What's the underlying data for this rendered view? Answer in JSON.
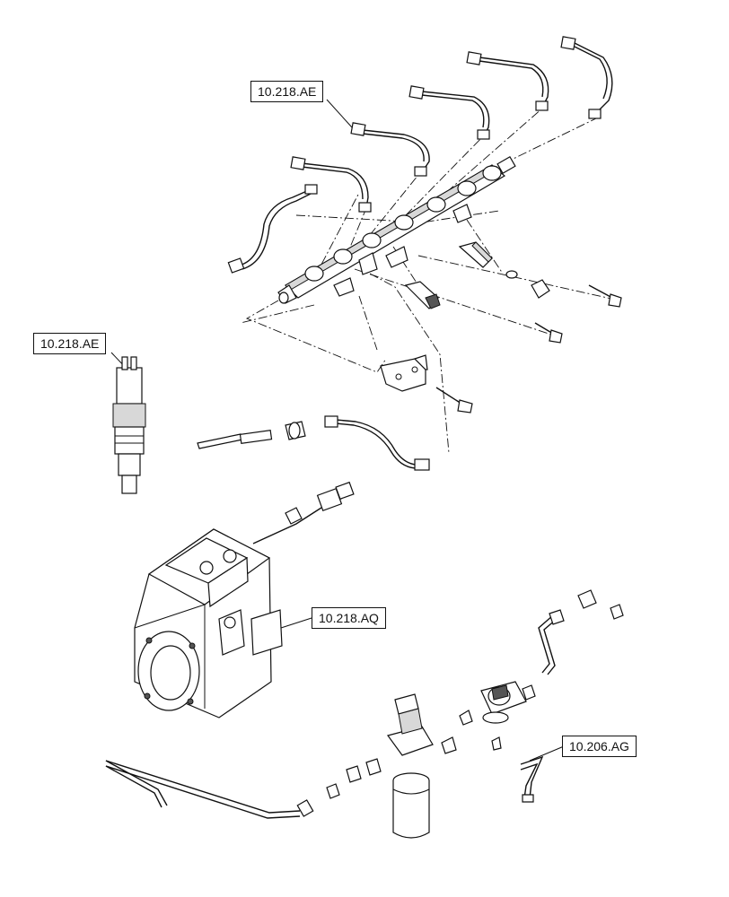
{
  "diagram": {
    "callouts": [
      {
        "id": "rail",
        "label": "10.218.AE"
      },
      {
        "id": "injector",
        "label": "10.218.AE"
      },
      {
        "id": "pump",
        "label": "10.218.AQ"
      },
      {
        "id": "filter-line",
        "label": "10.206.AG"
      }
    ]
  }
}
